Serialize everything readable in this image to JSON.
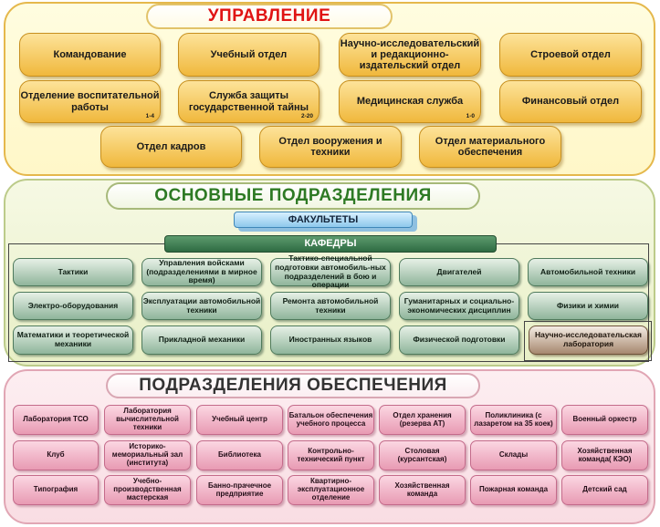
{
  "management": {
    "title": "УПРАВЛЕНИЕ",
    "items": [
      {
        "label": "Командование",
        "code": ""
      },
      {
        "label": "Учебный отдел",
        "code": ""
      },
      {
        "label": "Научно-исследовательский и редакционно-издательский отдел",
        "code": ""
      },
      {
        "label": "Строевой отдел",
        "code": ""
      },
      {
        "label": "Отделение воспитательной работы",
        "code": "1-4"
      },
      {
        "label": "Служба защиты государственной тайны",
        "code": "2-20"
      },
      {
        "label": "Медицинская служба",
        "code": "1-0"
      },
      {
        "label": "Финансовый отдел",
        "code": ""
      },
      {
        "label": "Отдел кадров",
        "code": ""
      },
      {
        "label": "Отдел вооружения и техники",
        "code": ""
      },
      {
        "label": "Отдел материального обеспечения",
        "code": ""
      }
    ]
  },
  "main_units": {
    "title": "ОСНОВНЫЕ ПОДРАЗДЕЛЕНИЯ",
    "faculties_label": "ФАКУЛЬТЕТЫ",
    "departments_label": "КАФЕДРЫ",
    "departments": [
      "Тактики",
      "Управления войсками (подразделениями в мирное время)",
      "Тактико-специальной подготовки автомобиль-ных подразделений в бою и операции",
      "Двигателей",
      "Автомобильной техники",
      "Электро-оборудования",
      "Эксплуатации автомобильной техники",
      "Ремонта автомобильной техники",
      "Гуманитарных и социально-экономических дисциплин",
      "Физики и химии",
      "Математики и теоретической механики",
      "Прикладной механики",
      "Иностранных языков",
      "Физической подготовки"
    ],
    "lab": "Научно-исследовательская лаборатория"
  },
  "support": {
    "title": "ПОДРАЗДЕЛЕНИЯ ОБЕСПЕЧЕНИЯ",
    "items": [
      "Лаборатория ТСО",
      "Лаборатория вычислительной техники",
      "Учебный центр",
      "Батальон обеспечения учебного процесса",
      "Отдел хранения (резерва АТ)",
      "Поликлиника (с лазаретом на 35 коек)",
      "Военный оркестр",
      "Клуб",
      "Историко-мемориальный зал (института)",
      "Библиотека",
      "Контрольно-технический пункт",
      "Столовая (курсантская)",
      "Склады",
      "Хозяйственная команда( КЭО)",
      "Типография",
      "Учебно-производственная мастерская",
      "Банно-прачечное предприятие",
      "Квартирно-эксплуатационное отделение",
      "Хозяйственная команда",
      "Пожарная команда",
      "Детский сад"
    ]
  }
}
